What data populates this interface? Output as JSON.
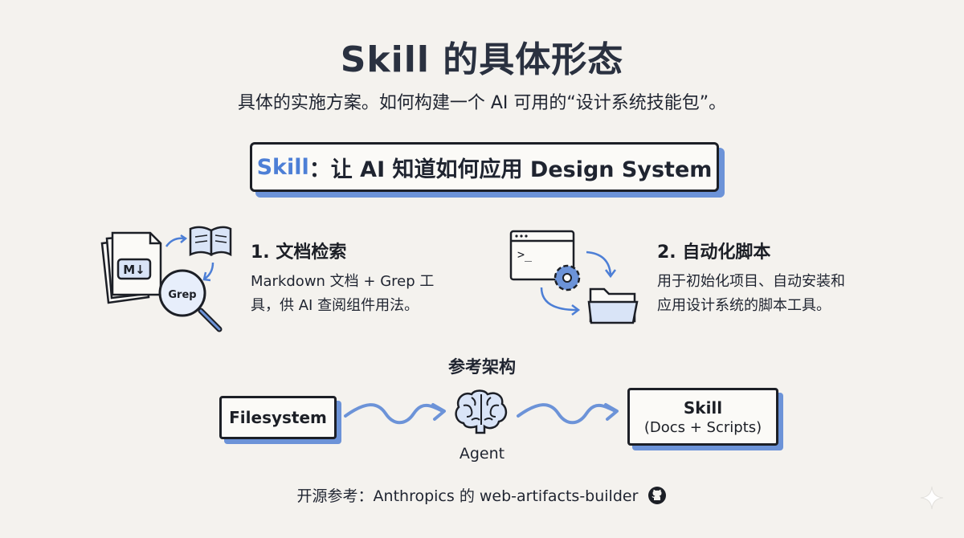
{
  "header": {
    "title": "Skill 的具体形态",
    "subtitle": "具体的实施方案。如何构建一个 AI 可用的“设计系统技能包”。"
  },
  "skill_banner": {
    "accent": "Skill",
    "colon": "：",
    "text": "让 AI 知道如何应用 Design System"
  },
  "sections": [
    {
      "title": "1. 文档检索",
      "desc_lines": [
        "Markdown 文档 + Grep 工",
        "具，供 AI 查阅组件用法。"
      ],
      "icon_labels": {
        "markdown": "M↓",
        "grep": "Grep"
      }
    },
    {
      "title": "2. 自动化脚本",
      "desc_lines": [
        "用于初始化项目、自动安装和",
        "应用设计系统的脚本工具。"
      ],
      "icon_labels": {
        "terminal": ">_"
      }
    }
  ],
  "architecture": {
    "title": "参考架构",
    "filesystem": "Filesystem",
    "agent": "Agent",
    "skill": "Skill",
    "skill_sub": "(Docs + Scripts)"
  },
  "footer": {
    "text": "开源参考：Anthropics 的 web-artifacts-builder"
  },
  "colors": {
    "accent": "#4d7fd6",
    "shadow": "#6c93d8",
    "ink": "#1c1f26",
    "background": "#f4f2ee"
  },
  "icons": [
    "markdown-file-icon",
    "book-icon",
    "magnifier-icon",
    "terminal-window-icon",
    "gear-icon",
    "folder-icon",
    "brain-icon",
    "github-icon",
    "sparkle-icon"
  ]
}
